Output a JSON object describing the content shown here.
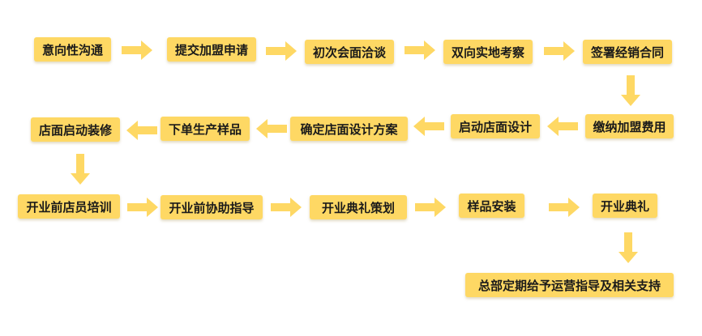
{
  "flow": {
    "steps": [
      "意向性沟通",
      "提交加盟申请",
      "初次会面洽谈",
      "双向实地考察",
      "签署经销合同",
      "缴纳加盟费用",
      "启动店面设计",
      "确定店面设计方案",
      "下单生产样品",
      "店面启动装修",
      "开业前店员培训",
      "开业前协助指导",
      "开业典礼策划",
      "样品安装",
      "开业典礼",
      "总部定期给予运营指导及相关支持"
    ]
  },
  "colors": {
    "box_fill": "#fed864",
    "arrow_fill": "#fed864",
    "text": "#1a1a1a"
  }
}
